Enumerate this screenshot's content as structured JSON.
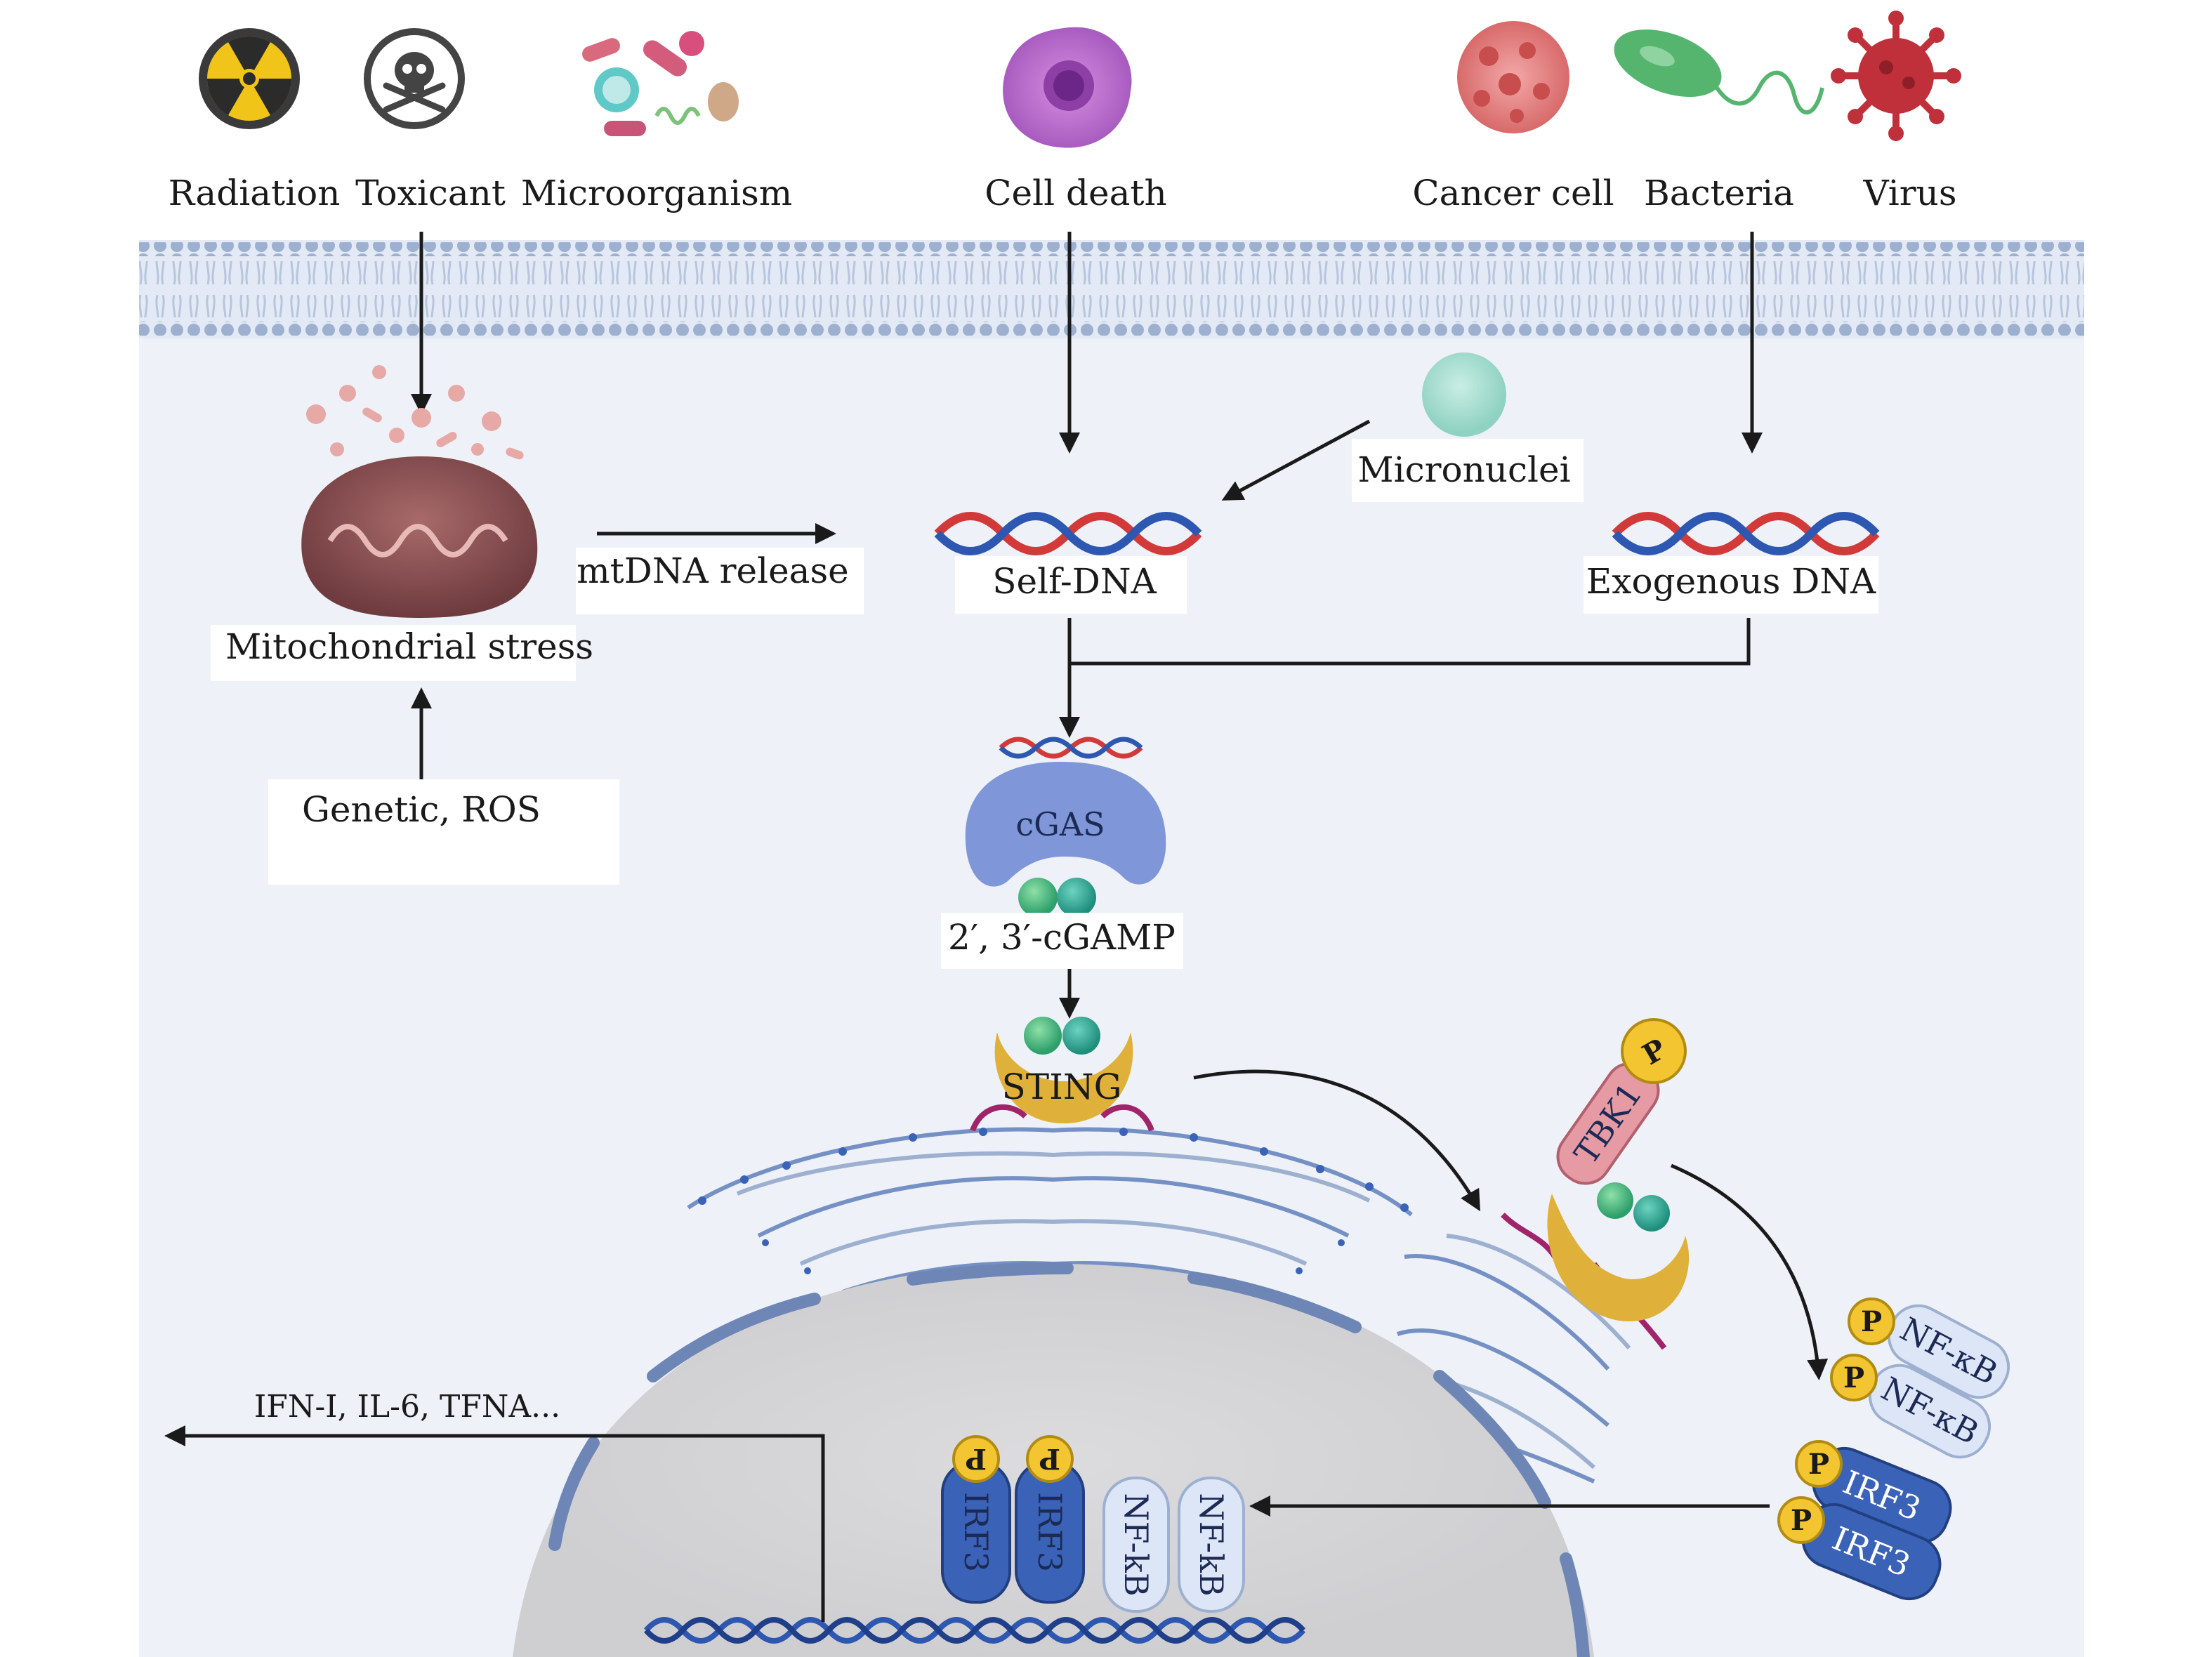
{
  "inducers": {
    "radiation": "Radiation",
    "toxicant": "Toxicant",
    "microorganism": "Microorganism",
    "cell_death": "Cell death",
    "cancer_cell": "Cancer cell",
    "bacteria": "Bacteria",
    "virus": "Virus"
  },
  "labels": {
    "mito_stress": "Mitochondrial stress",
    "genetic_ros": "Genetic, ROS",
    "mtdna_release": "mtDNA release",
    "self_dna": "Self-DNA",
    "micronuclei": "Micronuclei",
    "exogenous_dna": "Exogenous DNA",
    "cgas": "cGAS",
    "cgamp": "2′, 3′-cGAMP",
    "sting": "STING",
    "tbk1": "TBK1",
    "p": "P",
    "nfkb_cyto": "NF-κB",
    "irf3": "IRF3",
    "nfkb_nuc": "NF-kB",
    "output": "IFN-I, IL-6, TFNA..."
  },
  "colors": {
    "membrane": "#9db0cf",
    "cytoplasm": "#eef2f8",
    "nucleus": "#d6d6d8",
    "dna_red": "#d23a3a",
    "dna_blue": "#2d57b0",
    "irf3": "#3a63b8",
    "nfkb": "#dde6f6",
    "phospho": "#f2c531",
    "sting": "#e0b13a",
    "cgas": "#7f96d8",
    "tbk1": "#e59aa4",
    "cgamp": "#4cbf7a"
  }
}
